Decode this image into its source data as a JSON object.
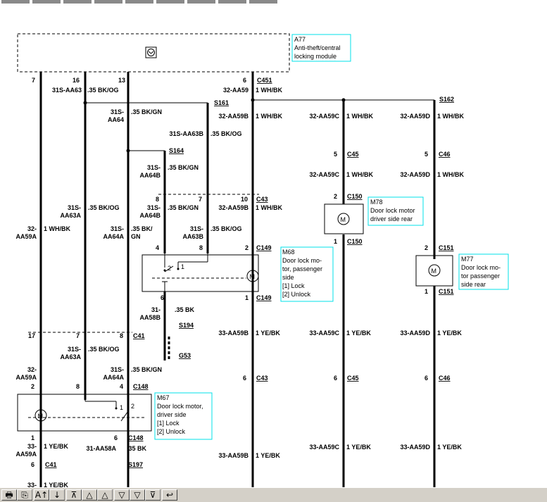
{
  "module": {
    "id": "A77",
    "name": "Anti-theft/central locking module"
  },
  "components": [
    {
      "id": "M78",
      "lines": [
        "M78",
        "Door lock motor",
        "driver side rear"
      ]
    },
    {
      "id": "M68",
      "lines": [
        "M68",
        "Door lock mo-",
        "tor, passenger",
        "side",
        "[1] Lock",
        "[2] Unlock"
      ]
    },
    {
      "id": "M77",
      "lines": [
        "M77",
        "Door lock mo-",
        "tor passenger",
        "side rear"
      ]
    },
    {
      "id": "M67",
      "lines": [
        "M67",
        "Door lock motor,",
        "driver side",
        "[1] Lock",
        "[2] Unlock"
      ]
    }
  ],
  "connectors": [
    "C451",
    "S162",
    "S161",
    "S164",
    "C45",
    "C46",
    "C150",
    "C150",
    "C43",
    "C149",
    "C149",
    "C151",
    "C151",
    "S194",
    "G53",
    "C41",
    "C43",
    "C45",
    "C46",
    "C148",
    "C148",
    "S197",
    "C41"
  ],
  "pins": [
    "7",
    "16",
    "13",
    "6",
    "5",
    "5",
    "2",
    "1",
    "8",
    "7",
    "10",
    "4",
    "8",
    "2",
    "2",
    "1",
    "6",
    "1",
    "17",
    "7",
    "8",
    "6",
    "6",
    "6",
    "2",
    "8",
    "4",
    "1",
    "6",
    "6",
    "1",
    "2",
    "1",
    "2"
  ],
  "wire_labels": [
    "31S-AA63",
    ".35 BK/OG",
    "32-AA59",
    "1 WH/BK",
    "31S-",
    "AA64",
    ".35 BK/GN",
    "32-AA59B",
    "1 WH/BK",
    "32-AA59C",
    "1 WH/BK",
    "32-AA59D",
    "1 WH/BK",
    "31S-AA63B",
    ".35 BK/OG",
    "31S-",
    "AA64B",
    ".35 BK/GN",
    "32-AA59C",
    "1 WH/BK",
    "32-AA59D",
    "1 WH/BK",
    "31S-",
    "AA63A",
    ".35 BK/OG",
    "31S-",
    "AA64B",
    ".35 BK/GN",
    "32-AA59B",
    "1 WH/BK",
    "32-",
    "AA59A",
    "1 WH/BK",
    "31S-",
    "AA64A",
    ".35 BK/",
    "GN",
    "31S-",
    "AA63B",
    ".35 BK/OG",
    "31-",
    "AA58B",
    ".35 BK",
    "33-AA59B",
    "1 YE/BK",
    "33-AA59C",
    "1 YE/BK",
    "33-AA59D",
    "1 YE/BK",
    "31S-",
    "AA63A",
    ".35 BK/OG",
    "32-",
    "AA59A",
    "31S-",
    "AA64A",
    ".35 BK/GN",
    "33-",
    "AA59A",
    "1 YE/BK",
    "31-AA58A",
    ".35 BK",
    "33-AA59C",
    "1 YE/BK",
    "33-AA59D",
    "1 YE/BK",
    "33-AA59B",
    "1 YE/BK",
    "33-",
    "1 YE/BK"
  ],
  "motor_symbol": "M",
  "switch_pins": [
    "1",
    "2"
  ],
  "toolbar": [
    {
      "name": "print-icon",
      "glyph": "🖶"
    },
    {
      "name": "copy-icon",
      "glyph": "⎘"
    },
    {
      "name": "sort-up-icon",
      "glyph": "A↑"
    },
    {
      "name": "sort-down-icon",
      "glyph": "↓"
    },
    {
      "name": "first-page-icon",
      "glyph": "⊼"
    },
    {
      "name": "page-up-icon",
      "glyph": "△"
    },
    {
      "name": "up-icon",
      "glyph": "△"
    },
    {
      "name": "down-icon",
      "glyph": "▽"
    },
    {
      "name": "page-down-icon",
      "glyph": "▽"
    },
    {
      "name": "last-page-icon",
      "glyph": "⊽"
    },
    {
      "name": "back-icon",
      "glyph": "↩"
    }
  ],
  "colors": {
    "callout_border": "#00e0e8",
    "toolbar_bg": "#d4d0c8",
    "wire": "#000000"
  }
}
